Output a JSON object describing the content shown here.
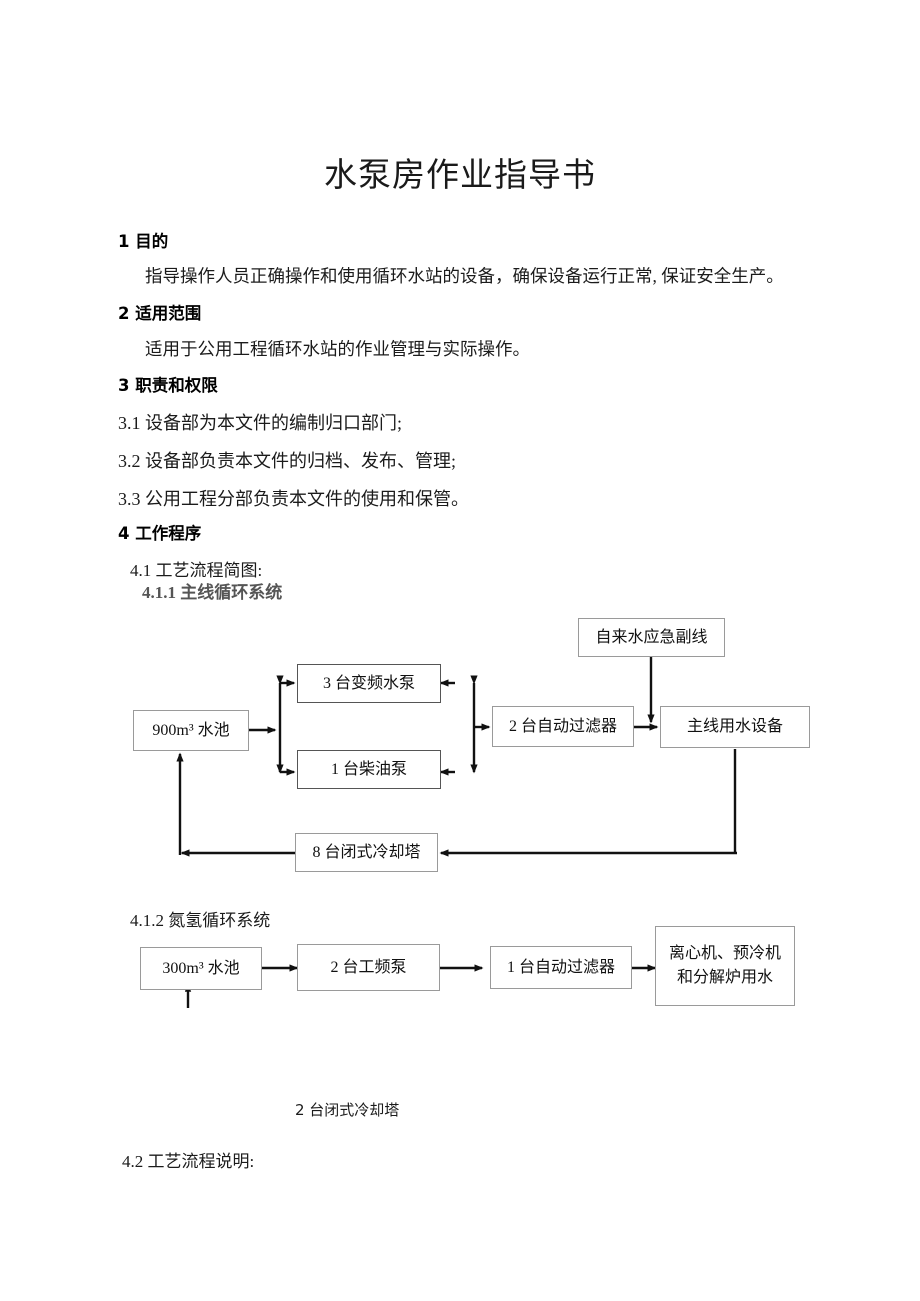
{
  "document": {
    "title": "水泵房作业指导书"
  },
  "sections": [
    {
      "heading": "1 目的",
      "body": "指导操作人员正确操作和使用循环水站的设备，确保设备运行正常, 保证安全生产。"
    },
    {
      "heading": "2 适用范围",
      "body": "适用于公用工程循环水站的作业管理与实际操作。"
    },
    {
      "heading": "3 职责和权限",
      "items": [
        "3.1  设备部为本文件的编制归口部门;",
        "3.2  设备部负责本文件的归档、发布、管理;",
        "3.3  公用工程分部负责本文件的使用和保管。"
      ]
    },
    {
      "heading": "4 工作程序",
      "sub_41": "4.1 工艺流程简图:",
      "sub_411": "4.1.1 主线循环系统",
      "sub_412": "4.1.2 氮氢循环系统",
      "sub_42": "4.2 工艺流程说明:"
    }
  ],
  "diagram_main": {
    "name": "主线循环系统",
    "nodes": {
      "pool": {
        "label": "900m³ 水池",
        "value": "900",
        "unit": "m³"
      },
      "vfd_pumps": {
        "label": "3 台变频水泵",
        "count": "3"
      },
      "diesel_pump": {
        "label": "1 台柴油泵",
        "count": "1"
      },
      "auto_filters": {
        "label": "2 台自动过滤器",
        "count": "2"
      },
      "tapwater_backup": {
        "label": "自来水应急副线"
      },
      "main_water_equipment": {
        "label": "主线用水设备"
      },
      "cooling_towers": {
        "label": "8 台闭式冷却塔",
        "count": "8"
      }
    }
  },
  "diagram_secondary": {
    "name": "氮氢循环系统",
    "nodes": {
      "pool": {
        "label": "300m³ 水池",
        "value": "300",
        "unit": "m³"
      },
      "fixed_freq_pumps": {
        "label": "2 台工频泵",
        "count": "2"
      },
      "auto_filter": {
        "label": "1 台自动过滤器",
        "count": "1"
      },
      "consumers_line1": "离心机、预冷机",
      "consumers_line2": "和分解炉用水"
    },
    "caption": "2 台闭式冷却塔"
  }
}
